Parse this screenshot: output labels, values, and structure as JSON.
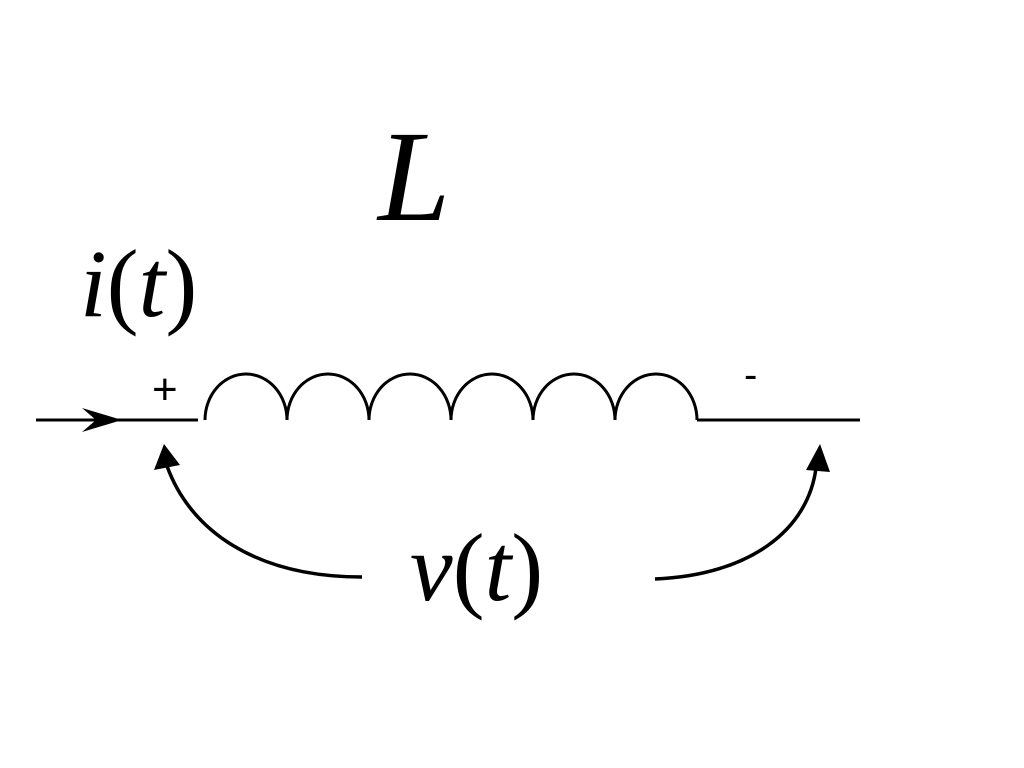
{
  "inductor": {
    "symbol": "L"
  },
  "current": {
    "symbol": "i",
    "argument": "t",
    "open_paren": "(",
    "close_paren": ")"
  },
  "voltage": {
    "symbol": "v",
    "argument": "t",
    "open_paren": "(",
    "close_paren": ")"
  },
  "polarity": {
    "positive": "+",
    "negative": "-"
  },
  "colors": {
    "stroke": "#000000",
    "background": "#ffffff"
  }
}
